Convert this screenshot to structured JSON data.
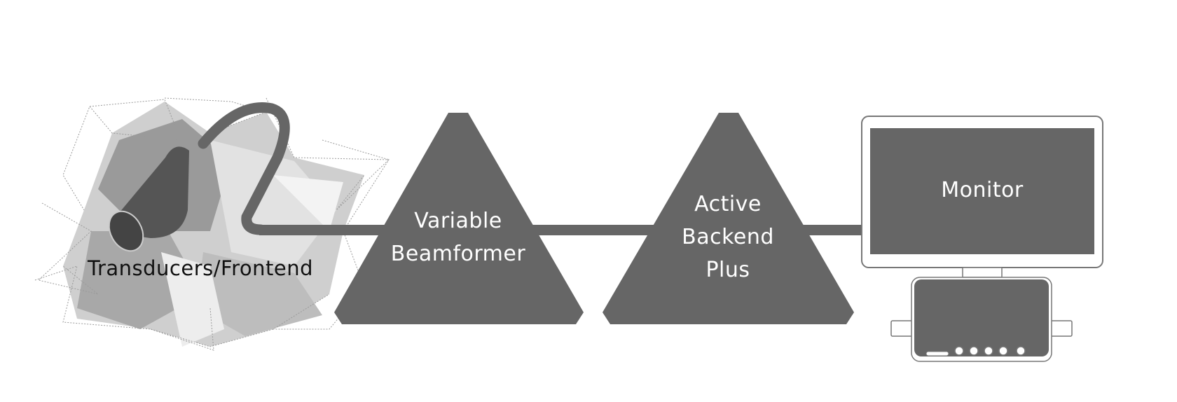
{
  "diagram": {
    "nodes": [
      {
        "id": "frontend",
        "label": "Transducers/Frontend"
      },
      {
        "id": "beamformer",
        "label_lines": [
          "Variable",
          "Beamformer"
        ]
      },
      {
        "id": "backend",
        "label_lines": [
          "Active",
          "Backend",
          "Plus"
        ]
      },
      {
        "id": "monitor",
        "label": "Monitor"
      }
    ],
    "edges": [
      {
        "from": "frontend",
        "to": "beamformer"
      },
      {
        "from": "beamformer",
        "to": "backend"
      },
      {
        "from": "backend",
        "to": "monitor"
      }
    ],
    "colors": {
      "block": "#666666",
      "background": "#ffffff",
      "label_light": "#ffffff",
      "label_dark": "#111111"
    }
  }
}
